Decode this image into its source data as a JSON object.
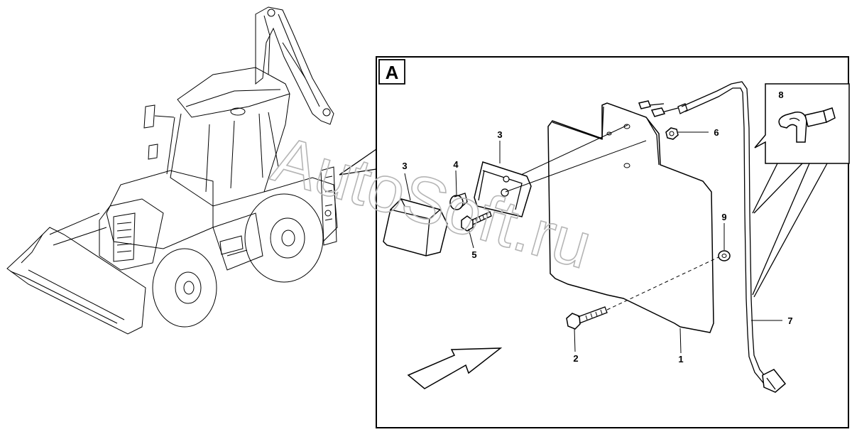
{
  "detail": {
    "view_label": "A"
  },
  "callouts": {
    "c1": "1",
    "c2": "2",
    "c3a": "3",
    "c3b": "3",
    "c4": "4",
    "c5": "5",
    "c6": "6",
    "c7": "7",
    "c8": "8",
    "c9": "9"
  },
  "watermark": {
    "text": "AutoSoft.ru"
  }
}
